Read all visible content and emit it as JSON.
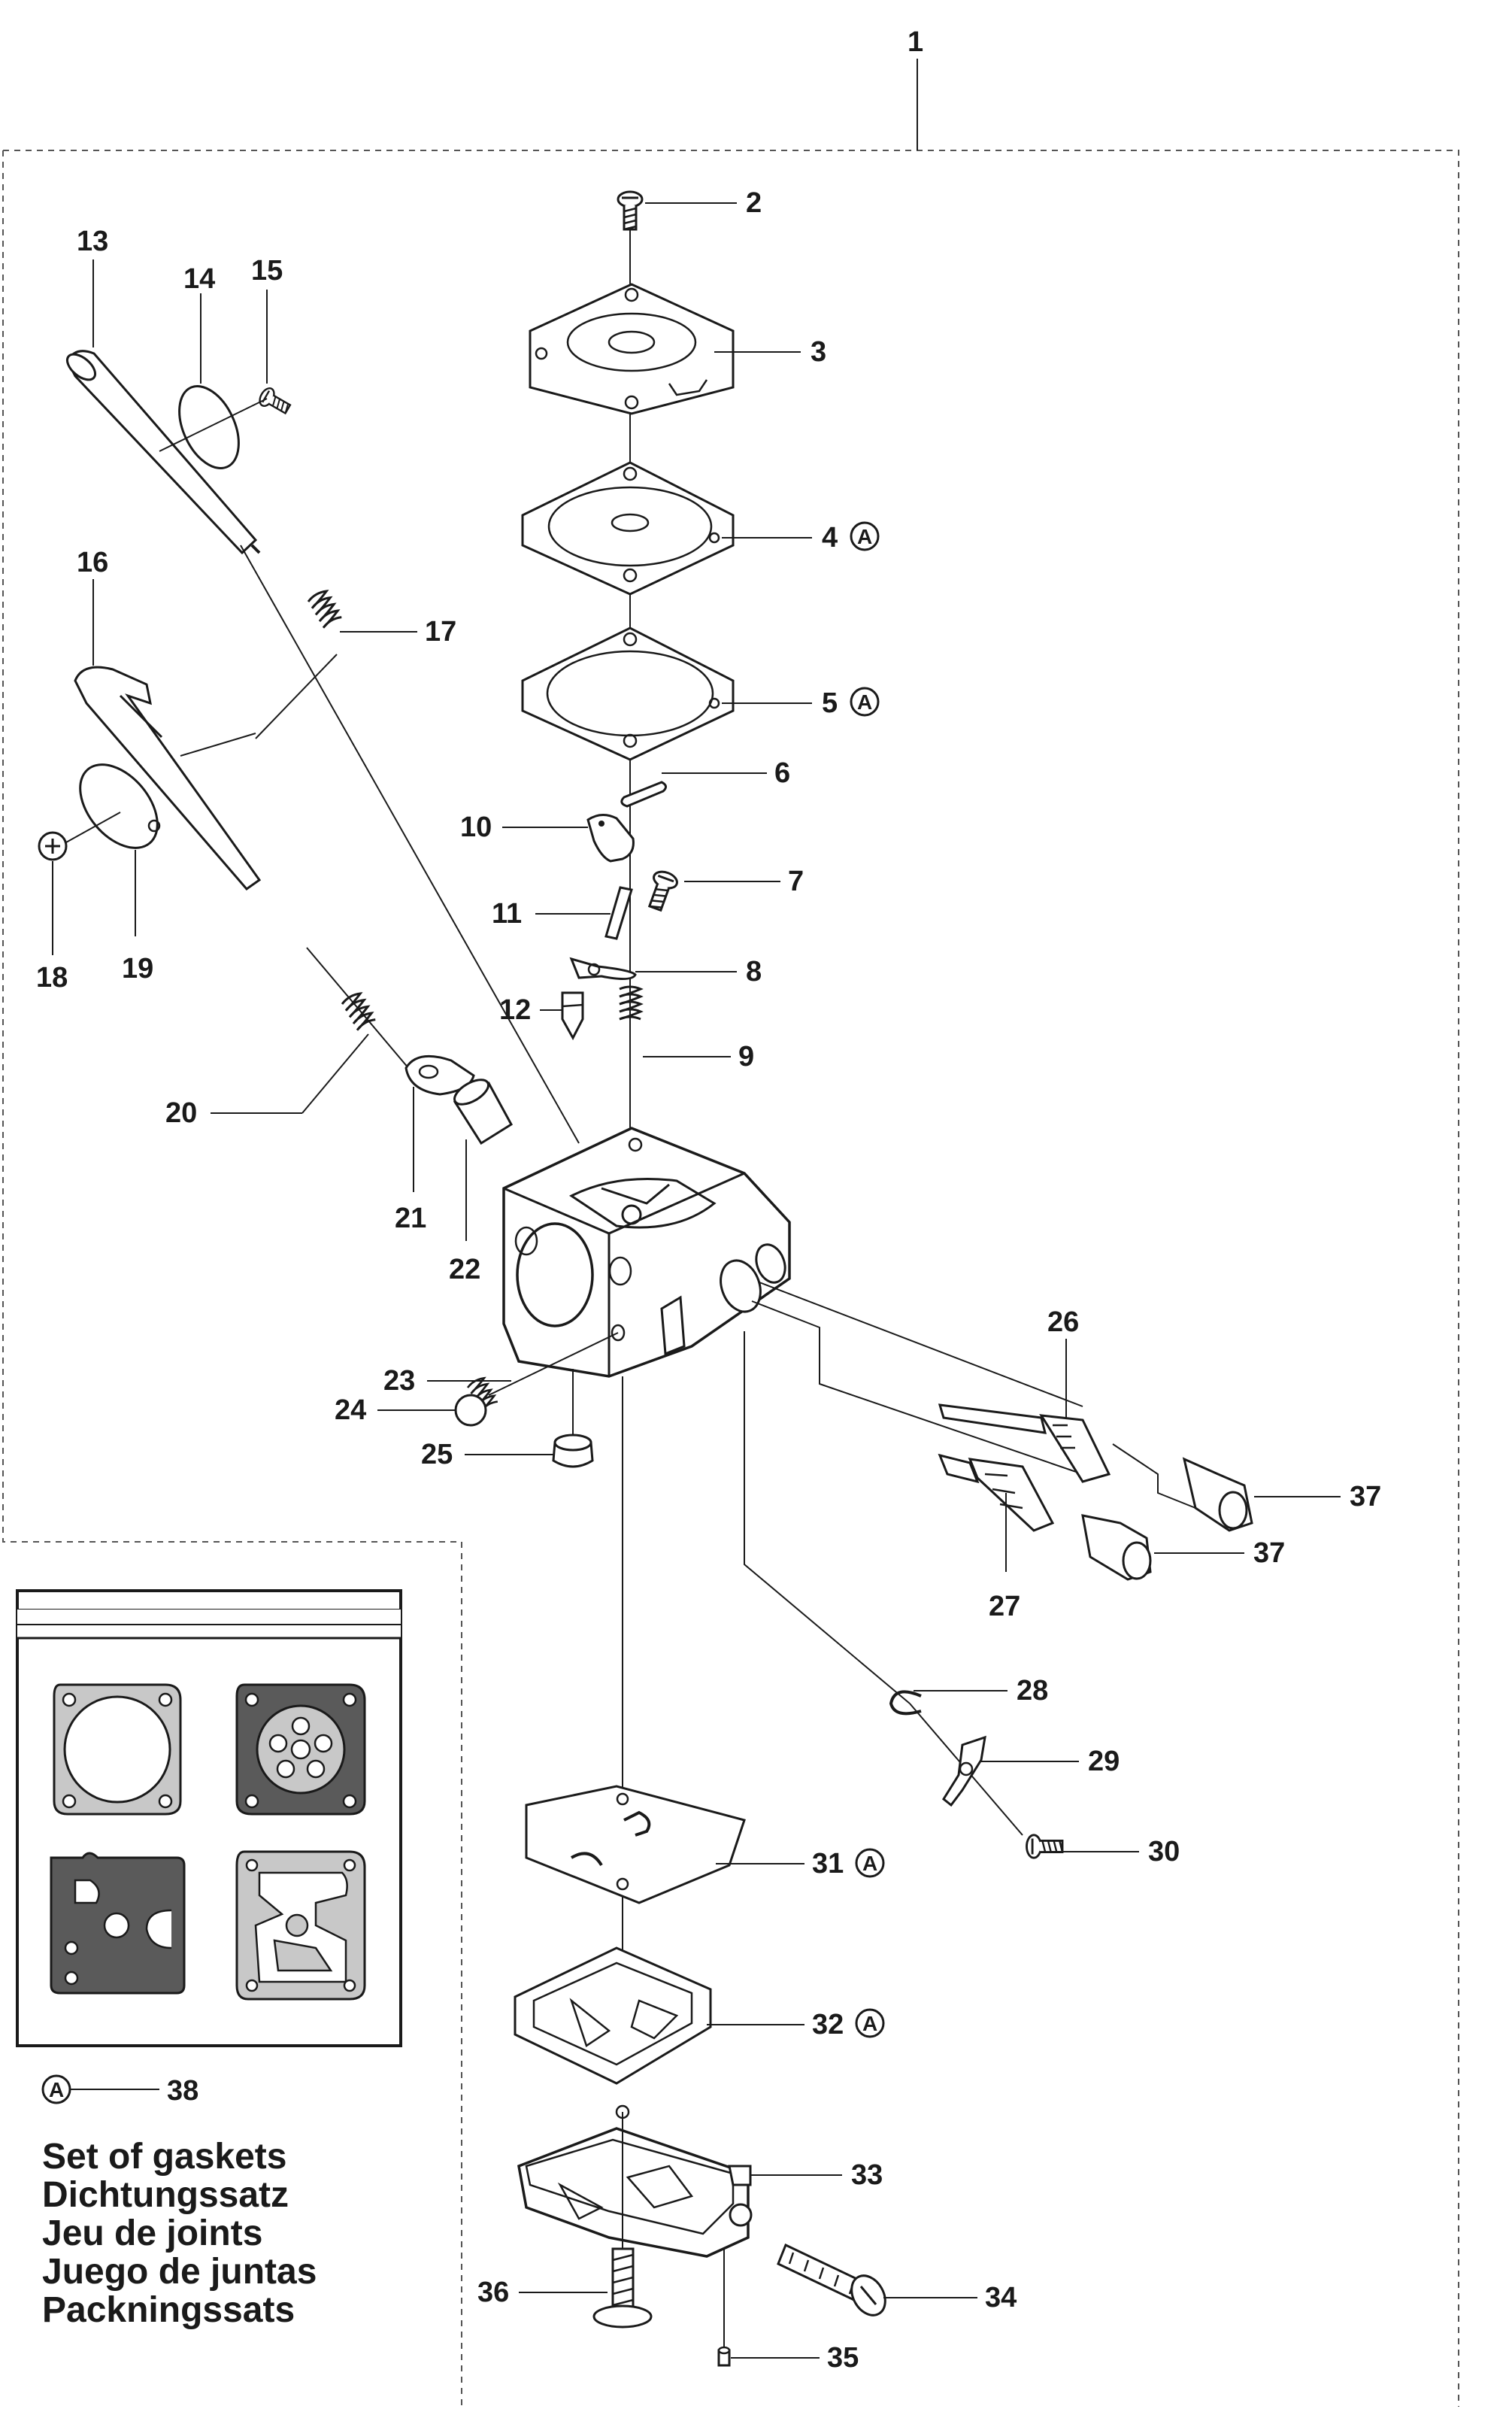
{
  "callouts": [
    {
      "num": "1"
    },
    {
      "num": "2"
    },
    {
      "num": "3"
    },
    {
      "num": "4"
    },
    {
      "num": "5"
    },
    {
      "num": "6"
    },
    {
      "num": "7"
    },
    {
      "num": "8"
    },
    {
      "num": "9"
    },
    {
      "num": "10"
    },
    {
      "num": "11"
    },
    {
      "num": "12"
    },
    {
      "num": "13"
    },
    {
      "num": "14"
    },
    {
      "num": "15"
    },
    {
      "num": "16"
    },
    {
      "num": "17"
    },
    {
      "num": "18"
    },
    {
      "num": "19"
    },
    {
      "num": "20"
    },
    {
      "num": "21"
    },
    {
      "num": "22"
    },
    {
      "num": "23"
    },
    {
      "num": "24"
    },
    {
      "num": "25"
    },
    {
      "num": "26"
    },
    {
      "num": "27"
    },
    {
      "num": "28"
    },
    {
      "num": "29"
    },
    {
      "num": "30"
    },
    {
      "num": "31"
    },
    {
      "num": "32"
    },
    {
      "num": "33"
    },
    {
      "num": "34"
    },
    {
      "num": "35"
    },
    {
      "num": "36"
    },
    {
      "num": "37"
    },
    {
      "num": "37"
    },
    {
      "num": "38"
    }
  ],
  "badge_letter": "A",
  "gasket_set": {
    "lines": [
      "Set of gaskets",
      "Dichtungssatz",
      "Jeu de joints",
      "Juego de juntas",
      "Packningssats"
    ]
  },
  "colors": {
    "ink": "#1a1a1a",
    "gasket_dark": "#5a5a5a",
    "gasket_light": "#c8c8c8",
    "kit_bar": "#b5b5b5"
  }
}
